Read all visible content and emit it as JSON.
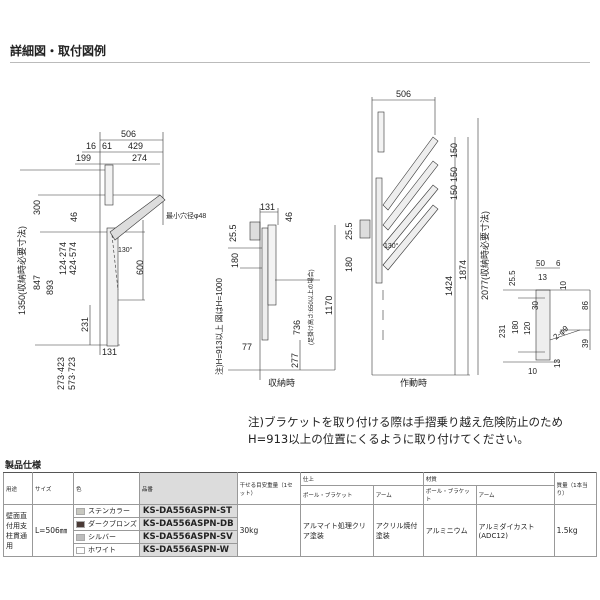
{
  "header": {
    "title": "詳細図・取付図例"
  },
  "drawing1": {
    "w506": "506",
    "w16": "16",
    "w61": "61",
    "w429": "429",
    "w199": "199",
    "w274": "274",
    "h1350": "1350(収納時必要寸法)",
    "h300": "300",
    "h847": "847",
    "h893": "893",
    "h124": "124·274",
    "h424": "424·574",
    "h46": "46",
    "h600": "600",
    "h231": "231",
    "h273": "273·423",
    "h573": "573·723",
    "w131": "131",
    "hole": "最小穴径φ48",
    "angle": "130°"
  },
  "drawing2": {
    "w131": "131",
    "h46": "46",
    "h25": "25.5",
    "h180": "180",
    "note": "注)H=913以上 図はH=1000",
    "h1170": "1170",
    "h736": "736",
    "foot": "(足掛け高さ:650以上の場合)",
    "w77": "77",
    "h277": "277",
    "caption": "収納時"
  },
  "drawing3": {
    "w506": "506",
    "s1": "150",
    "s2": "150",
    "s3": "150",
    "h1424": "1424",
    "h1874": "1874",
    "h2077": "2077(収納時必要寸法)",
    "h25": "25.5",
    "h180": "180",
    "angle": "130°",
    "caption": "作動時"
  },
  "drawing4": {
    "w50": "50",
    "w6": "6",
    "h25": "25.5",
    "w13a": "13",
    "h10a": "10",
    "h86": "86",
    "h231": "231",
    "h180": "180",
    "h30": "30",
    "h120": "120",
    "hole": "2-φ9",
    "h39": "39",
    "h13b": "13",
    "w10b": "10"
  },
  "note": {
    "line1": "注)ブラケットを取り付ける際は手摺乗り越え危険防止のため",
    "line2": "H=913以上の位置にくるように取り付けてください。"
  },
  "spec": {
    "title": "製品仕様",
    "headers": {
      "use": "用途",
      "size": "サイズ",
      "color": "色",
      "part": "品番",
      "load": "干せる目安重量（1セット）",
      "finish": "仕上",
      "finish_pole": "ポール・ブラケット",
      "finish_arm": "アーム",
      "material": "材質",
      "material_pole": "ポール・ブラケット",
      "material_arm": "アーム",
      "weight": "質量（1本当り）"
    },
    "use": "壁面直付用支柱貫通用",
    "size": "L=506㎜",
    "rows": [
      {
        "color": "ステンカラー",
        "swatch": "#c8c8c0",
        "part": "KS-DA556ASPN-ST"
      },
      {
        "color": "ダークブロンズ",
        "swatch": "#4a3a36",
        "part": "KS-DA556ASPN-DB"
      },
      {
        "color": "シルバー",
        "swatch": "#bdbdbd",
        "part": "KS-DA556ASPN-SV"
      },
      {
        "color": "ホワイト",
        "swatch": "#ffffff",
        "part": "KS-DA556ASPN-W"
      }
    ],
    "load": "30kg",
    "finish_pole": "アルマイト処理クリア塗装",
    "finish_arm": "アクリル焼付塗装",
    "material_pole": "アルミニウム",
    "material_arm": "アルミダイカスト(ADC12)",
    "weight": "1.5kg"
  }
}
